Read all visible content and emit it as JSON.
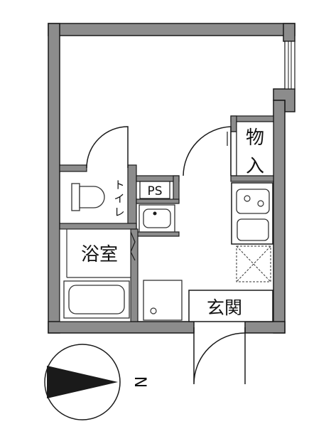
{
  "floor_plan": {
    "rooms": {
      "closet": {
        "chars": [
          "物",
          "入"
        ]
      },
      "toilet": {
        "chars": [
          "ト",
          "イ",
          "レ"
        ]
      },
      "pipe_space": {
        "label": "PS"
      },
      "bathroom": {
        "label": "浴室"
      },
      "entrance": {
        "label": "玄関"
      }
    },
    "compass": {
      "direction_label": "N"
    },
    "colors": {
      "wall": "#8c8c8c",
      "wall_outline": "#1a1a1a",
      "fixture": "#555555"
    }
  }
}
